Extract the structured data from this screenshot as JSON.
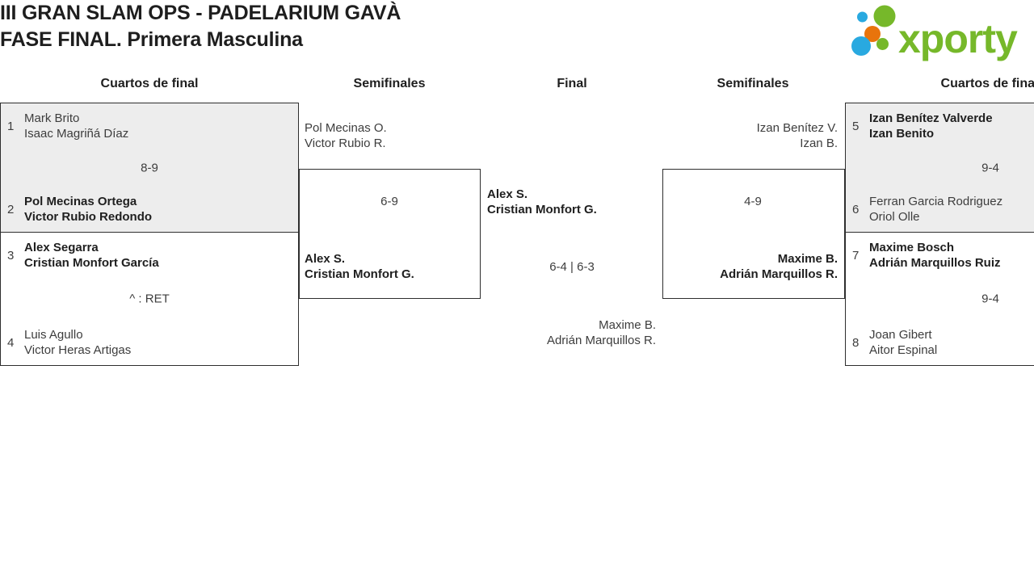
{
  "header": {
    "title": "III GRAN SLAM OPS - PADELARIUM GAVÀ",
    "subtitle": "FASE FINAL. Primera Masculina",
    "logo_text": "xporty"
  },
  "colors": {
    "logo_green": "#76B82A",
    "logo_blue": "#29A9E0",
    "logo_orange": "#E8740C",
    "shaded_match_bg": "#EDEDED",
    "box_border": "#2E2E2E",
    "text_dark": "#1F1F1F",
    "text_regular": "#3D3D3D"
  },
  "columns": {
    "c1": "Cuartos de final",
    "c2": "Semifinales",
    "c3": "Final",
    "c4": "Semifinales",
    "c5": "Cuartos de final"
  },
  "bracket": {
    "quarterfinals": [
      {
        "score": "8-9",
        "team1": {
          "seed": "1",
          "winner": false,
          "players": [
            "Mark Brito",
            "Isaac Magriñá Díaz"
          ]
        },
        "team2": {
          "seed": "2",
          "winner": true,
          "players": [
            "Pol Mecinas Ortega",
            "Victor Rubio Redondo"
          ]
        }
      },
      {
        "score": "^ : RET",
        "team1": {
          "seed": "3",
          "winner": true,
          "players": [
            "Alex Segarra",
            "Cristian Monfort García"
          ]
        },
        "team2": {
          "seed": "4",
          "winner": false,
          "players": [
            "Luis Agullo",
            "Victor Heras Artigas"
          ]
        }
      },
      {
        "score": "9-4",
        "team1": {
          "seed": "5",
          "winner": true,
          "players": [
            "Izan Benítez Valverde",
            "Izan Benito"
          ]
        },
        "team2": {
          "seed": "6",
          "winner": false,
          "players": [
            "Ferran Garcia Rodriguez",
            "Oriol Olle"
          ]
        }
      },
      {
        "score": "9-4",
        "team1": {
          "seed": "7",
          "winner": true,
          "players": [
            "Maxime Bosch",
            "Adrián Marquillos Ruiz"
          ]
        },
        "team2": {
          "seed": "8",
          "winner": false,
          "players": [
            "Joan Gibert",
            "Aitor Espinal"
          ]
        }
      }
    ],
    "semifinals": [
      {
        "score": "6-9",
        "team1": {
          "winner": false,
          "players": [
            "Pol Mecinas O.",
            "Victor Rubio R."
          ]
        },
        "team2": {
          "winner": true,
          "players": [
            "Alex S.",
            "Cristian Monfort G."
          ]
        }
      },
      {
        "score": "4-9",
        "team1": {
          "winner": false,
          "players": [
            "Izan Benítez V.",
            "Izan B."
          ]
        },
        "team2": {
          "winner": true,
          "players": [
            "Maxime B.",
            "Adrián Marquillos R."
          ]
        }
      }
    ],
    "final": {
      "score": "6-4 | 6-3",
      "team1": {
        "winner": true,
        "players": [
          "Alex S.",
          "Cristian Monfort G."
        ]
      },
      "team2": {
        "winner": false,
        "players": [
          "Maxime B.",
          "Adrián Marquillos R."
        ]
      }
    }
  }
}
